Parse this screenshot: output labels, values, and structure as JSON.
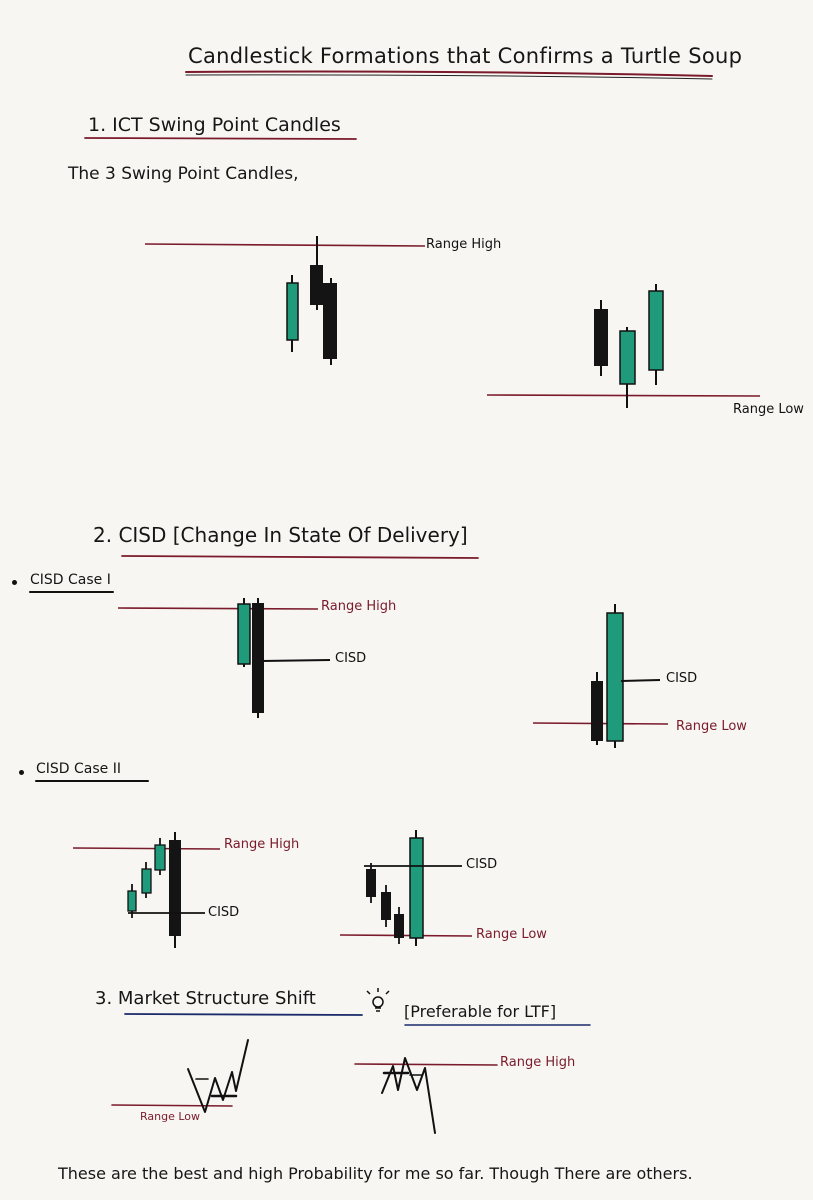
{
  "title": "Candlestick Formations that Confirms a Turtle Soup",
  "section1": {
    "heading": "1. ICT Swing Point Candles",
    "intro": "The 3 Swing Point Candles,",
    "labels": {
      "range_high": "Range High",
      "range_low": "Range Low"
    }
  },
  "section2": {
    "heading": "2. CISD [Change In State Of Delivery]",
    "case1": {
      "title": "CISD Case I",
      "labels": {
        "range_high": "Range High",
        "cisd_left": "CISD",
        "cisd_right": "CISD",
        "range_low": "Range Low"
      }
    },
    "case2": {
      "title": "CISD Case II",
      "labels": {
        "range_high": "Range High",
        "cisd_left": "CISD",
        "cisd_right": "CISD",
        "range_low": "Range Low"
      }
    }
  },
  "section3": {
    "heading": "3. Market Structure Shift",
    "note": "[Preferable for LTF]",
    "icon": "lightbulb-icon",
    "labels": {
      "range_low": "Range Low",
      "range_high": "Range High"
    }
  },
  "footer": "These are the best and high Probability for me so far. Though There are others.",
  "colors": {
    "ink": "#161616",
    "red_ink": "#7a1a2a",
    "green": "#1f9a7a",
    "black_candle": "#141414"
  }
}
